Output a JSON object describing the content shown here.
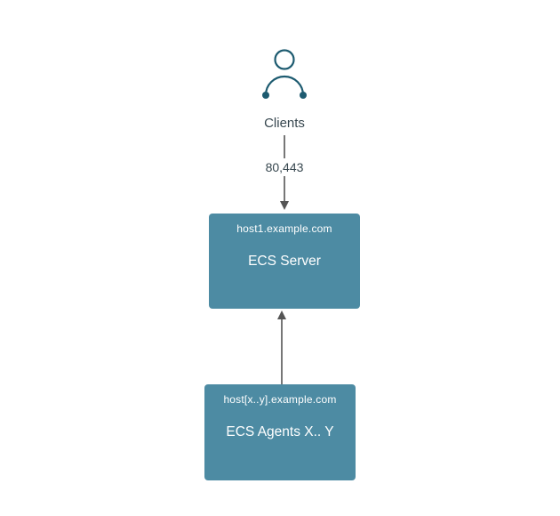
{
  "colors": {
    "background": "#ffffff",
    "box-bg": "#4d8ba3",
    "box-text": "#ffffff",
    "icon-stroke": "#1d5b70",
    "arrow": "#555555",
    "text-dark": "#37474f"
  },
  "clients": {
    "label": "Clients",
    "port": "80,443"
  },
  "server": {
    "hostname": "host1.example.com",
    "title": "ECS Server"
  },
  "agents": {
    "hostname": "host[x..y].example.com",
    "title": "ECS Agents X.. Y"
  }
}
